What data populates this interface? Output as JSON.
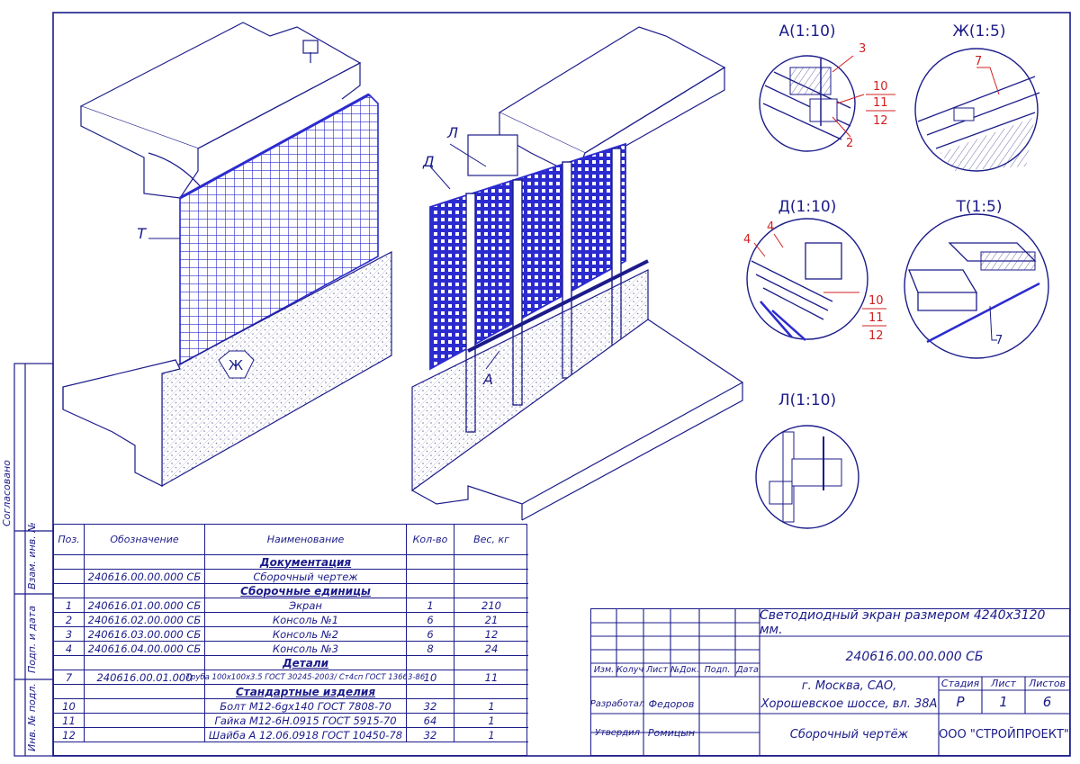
{
  "views": {
    "main_left": {
      "callout_t": "Т",
      "callout_zh": "Ж"
    },
    "main_right": {
      "callout_l": "Л",
      "callout_d": "Д",
      "callout_a": "А"
    }
  },
  "details": [
    {
      "id": "a",
      "title": "А(1:10)",
      "labels": [
        "3",
        "2",
        "10",
        "11",
        "12"
      ]
    },
    {
      "id": "zh",
      "title": "Ж(1:5)",
      "labels": [
        "7"
      ]
    },
    {
      "id": "d",
      "title": "Д(1:10)",
      "labels": [
        "4",
        "4",
        "10",
        "11",
        "12"
      ]
    },
    {
      "id": "t",
      "title": "Т(1:5)",
      "labels": [
        "7"
      ]
    },
    {
      "id": "l",
      "title": "Л(1:10)",
      "labels": []
    }
  ],
  "side_stamp": {
    "agreed": "Согласовано",
    "replaced_inv": "Взам. инв. №",
    "sign_date": "Подп. и дата",
    "orig_inv": "Инв. № подл."
  },
  "spec_table": {
    "headers": [
      "Поз.",
      "Обозначение",
      "Наименование",
      "Кол-во",
      "Вес, кг"
    ],
    "rows": [
      {
        "kind": "section",
        "name": "Документация"
      },
      {
        "kind": "item",
        "pos": "",
        "code": "240616.00.00.000 СБ",
        "name": "Сборочный чертеж",
        "qty": "",
        "weight": ""
      },
      {
        "kind": "section",
        "name": "Сборочные единицы"
      },
      {
        "kind": "item",
        "pos": "1",
        "code": "240616.01.00.000 СБ",
        "name": "Экран",
        "qty": "1",
        "weight": "210"
      },
      {
        "kind": "item",
        "pos": "2",
        "code": "240616.02.00.000 СБ",
        "name": "Консоль №1",
        "qty": "6",
        "weight": "21"
      },
      {
        "kind": "item",
        "pos": "3",
        "code": "240616.03.00.000 СБ",
        "name": "Консоль №2",
        "qty": "6",
        "weight": "12"
      },
      {
        "kind": "item",
        "pos": "4",
        "code": "240616.04.00.000 СБ",
        "name": "Консоль №3",
        "qty": "8",
        "weight": "24"
      },
      {
        "kind": "section",
        "name": "Детали"
      },
      {
        "kind": "item",
        "pos": "7",
        "code": "240616.00.01.000",
        "name": "Труба 100х100х3.5 ГОСТ 30245-2003/ Ст4сп ГОСТ 13663-86",
        "qty": "10",
        "weight": "11"
      },
      {
        "kind": "section",
        "name": "Стандартные изделия"
      },
      {
        "kind": "item",
        "pos": "10",
        "code": "",
        "name": "Болт М12-6gх140 ГОСТ 7808-70",
        "qty": "32",
        "weight": "1"
      },
      {
        "kind": "item",
        "pos": "11",
        "code": "",
        "name": "Гайка М12-6Н.0915 ГОСТ 5915-70",
        "qty": "64",
        "weight": "1"
      },
      {
        "kind": "item",
        "pos": "12",
        "code": "",
        "name": "Шайба А 12.06.0918 ГОСТ 10450-78",
        "qty": "32",
        "weight": "1"
      }
    ]
  },
  "title_block": {
    "title": "Светодиодный экран размером 4240х3120 мм.",
    "doc_code": "240616.00.00.000 СБ",
    "col_headers": [
      "Изм.",
      "Колуч",
      "Лист",
      "№Док.",
      "Подп.",
      "Дата"
    ],
    "address_line1": "г. Москва, САО,",
    "address_line2": "Хорошевское шоссе, вл. 38А",
    "stage_label": "Стадия",
    "sheet_label": "Лист",
    "sheets_label": "Листов",
    "stage": "Р",
    "sheet": "1",
    "sheets": "6",
    "developed_label": "Разработал",
    "developed_by": "Федоров",
    "approved_label": "Утвердил",
    "approved_by": "Ромицын",
    "doc_name": "Сборочный чертёж",
    "company": "ООО \"СТРОЙПРОЕКТ\""
  },
  "colors": {
    "line": "#1b1b8a",
    "screen": "#2b2bd0",
    "leader": "#d02020",
    "hatch": "#8a8ab0"
  }
}
